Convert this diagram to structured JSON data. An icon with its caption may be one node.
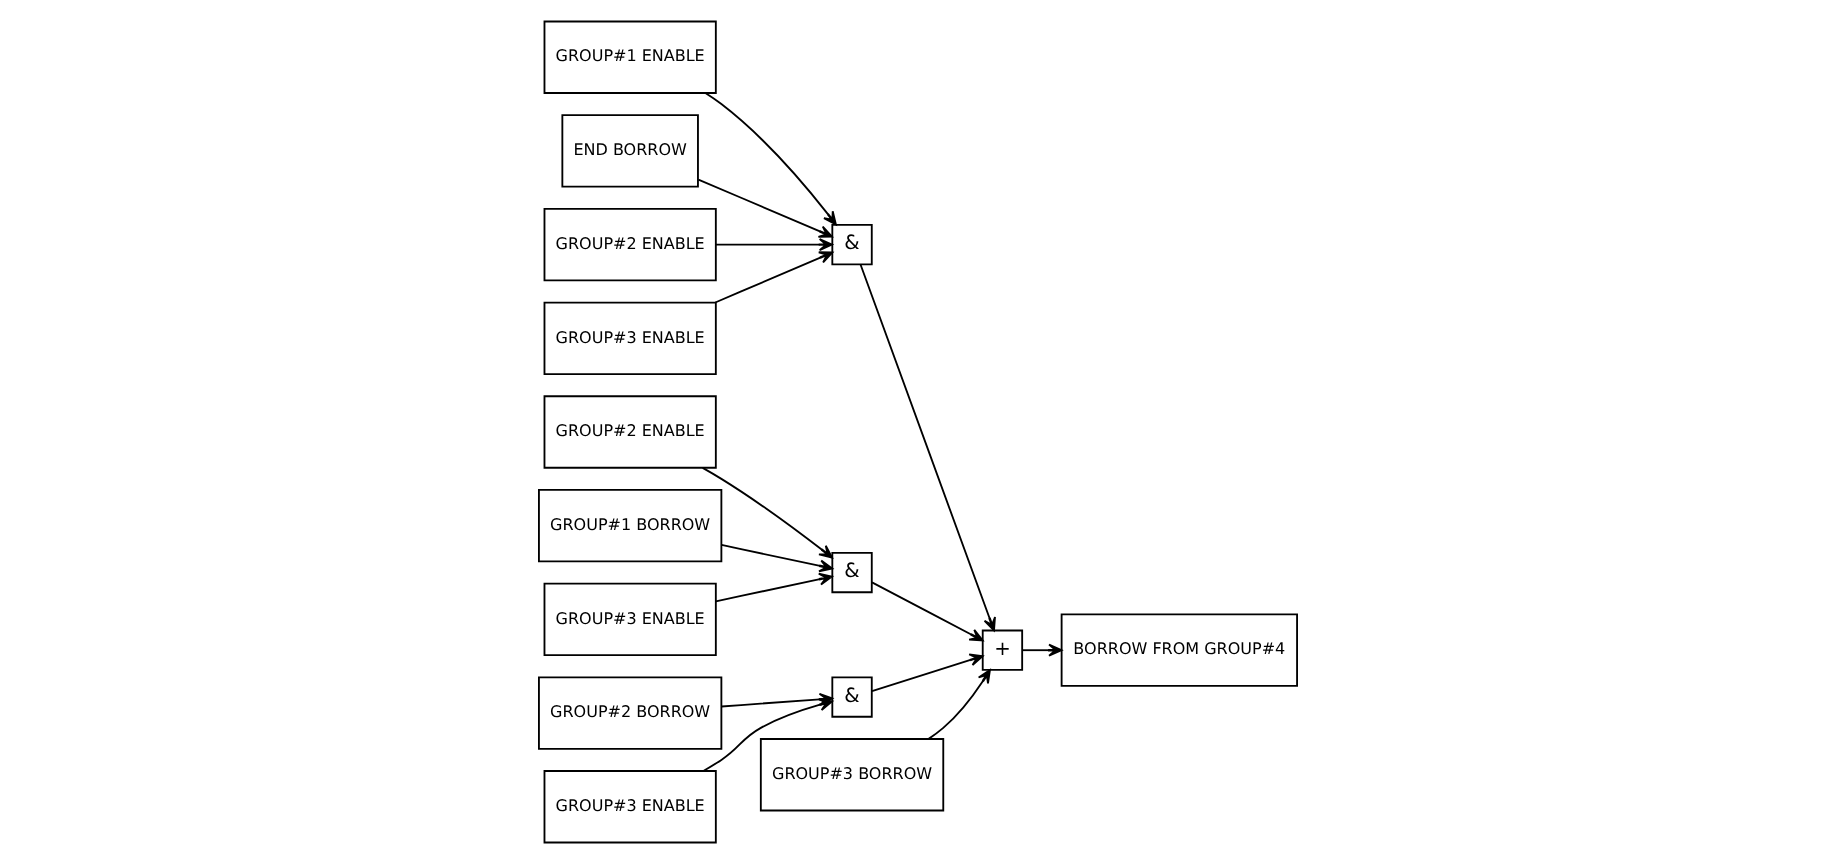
{
  "diagram": {
    "nodes": [
      {
        "text": [
          "GROUP#1 ENABLE"
        ]
      },
      {
        "text": [
          "END BORROW"
        ]
      },
      {
        "text": [
          "GROUP#2 ENABLE"
        ]
      },
      {
        "text": [
          "&"
        ]
      },
      {
        "text": [
          "GROUP#3 ENABLE"
        ]
      },
      {
        "text": [
          "GROUP#2 ENABLE"
        ]
      },
      {
        "text": [
          "GROUP#1 BORROW"
        ]
      },
      {
        "text": [
          "&"
        ]
      },
      {
        "text": [
          "GROUP#3 ENABLE"
        ]
      },
      {
        "text": [
          "GROUP#2 BORROW"
        ]
      },
      {
        "text": [
          "&"
        ]
      },
      {
        "text": [
          "GROUP#3 BORROW"
        ]
      },
      {
        "text": [
          "+"
        ]
      },
      {
        "text": [
          "BORROW FROM GROUP#4"
        ]
      },
      {
        "text": [
          "GROUP#3 ENABLE"
        ]
      }
    ],
    "edges": [
      {
        "from": 0,
        "to": 3,
        "arrow": "to"
      },
      {
        "from": 1,
        "to": 3,
        "arrow": "to"
      },
      {
        "from": 2,
        "to": 3,
        "arrow": "to"
      },
      {
        "from": 4,
        "to": 3,
        "arrow": "to"
      },
      {
        "from": 5,
        "to": 7,
        "arrow": "to"
      },
      {
        "from": 6,
        "to": 7,
        "arrow": "to"
      },
      {
        "from": 8,
        "to": 7,
        "arrow": "to"
      },
      {
        "from": 9,
        "to": 10,
        "arrow": "to"
      },
      {
        "from": 14,
        "to": 10,
        "arrow": "to"
      },
      {
        "from": 3,
        "to": 12,
        "arrow": "to"
      },
      {
        "from": 7,
        "to": 12,
        "arrow": "to"
      },
      {
        "from": 10,
        "to": 12,
        "arrow": "to"
      },
      {
        "from": 11,
        "to": 12,
        "arrow": "to"
      },
      {
        "from": 12,
        "to": 13,
        "arrow": "to"
      }
    ]
  }
}
